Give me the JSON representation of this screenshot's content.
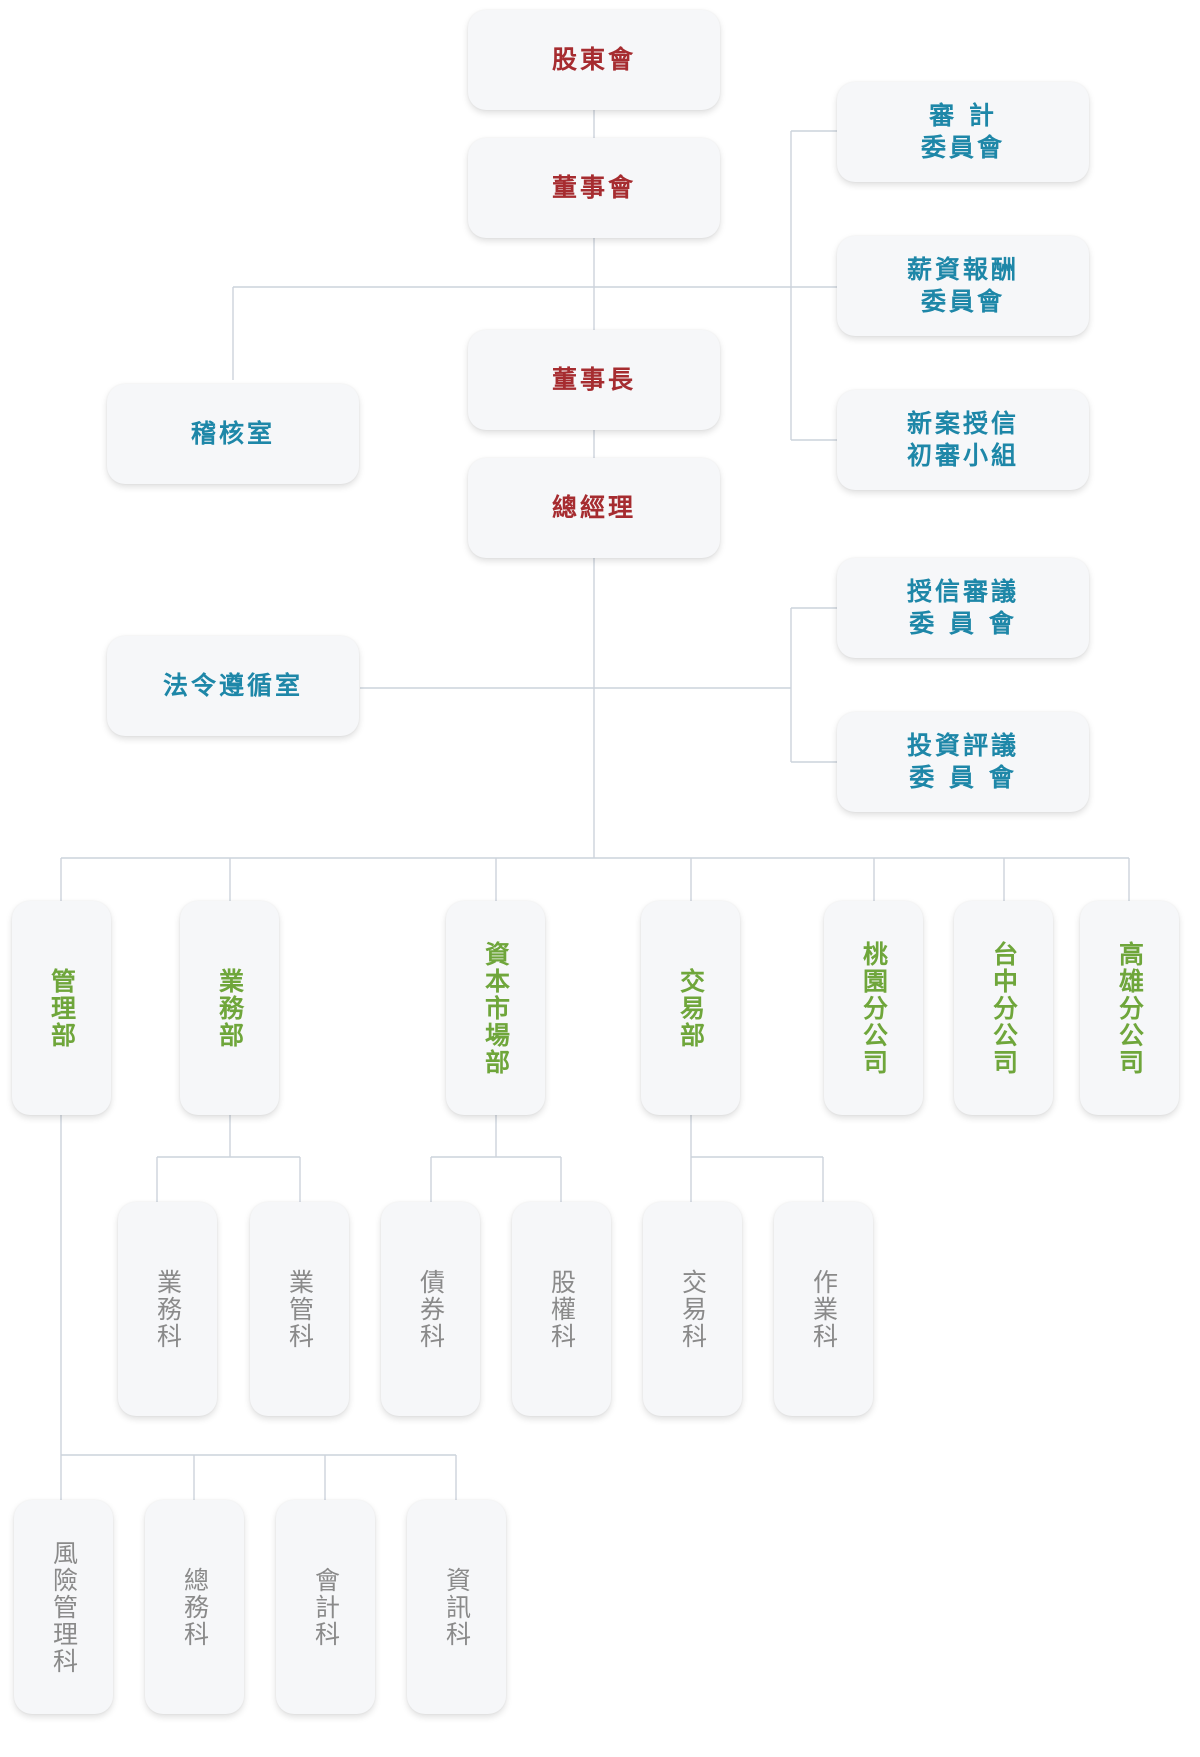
{
  "top": {
    "shareholders": "股東會",
    "board": "董事會",
    "chairman": "董事長",
    "president": "總經理"
  },
  "staff": {
    "audit_office": "稽核室",
    "compliance_office": "法令遵循室"
  },
  "committees": {
    "audit": "審 計\n委員會",
    "compensation": "薪資報酬\n委員會",
    "new_credit": "新案授信\n初審小組",
    "credit_review": "授信審議\n委 員 會",
    "investment_review": "投資評議\n委 員 會"
  },
  "departments": {
    "management": "管理部",
    "business": "業務部",
    "capital_market": "資本市場部",
    "trading": "交易部",
    "taoyuan": "桃園分公司",
    "taichung": "台中分公司",
    "kaohsiung": "高雄分公司"
  },
  "sections": {
    "business_sec": "業務科",
    "business_mgmt_sec": "業管科",
    "bond_sec": "債券科",
    "equity_sec": "股權科",
    "trading_sec": "交易科",
    "operations_sec": "作業科",
    "risk_mgmt_sec": "風險管理科",
    "general_affairs_sec": "總務科",
    "accounting_sec": "會計科",
    "it_sec": "資訊科"
  },
  "colors": {
    "executive": "#a62c30",
    "committee": "#1e87a8",
    "department": "#6fa63b",
    "section": "#8a8a8a",
    "connector": "#ccd3dc"
  }
}
